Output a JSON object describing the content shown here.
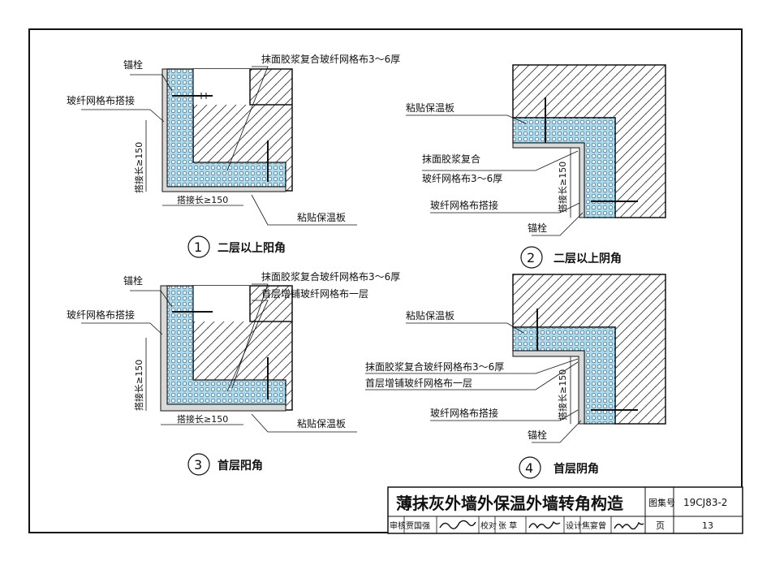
{
  "diagram1": {
    "anchor": "锚栓",
    "mesh_overlap": "玻纤网格布搭接",
    "coating": "抹面胶浆复合玻纤网格布3～6厚",
    "overlap_v": "搭接长≥150",
    "overlap_h": "搭接长≥150",
    "board": "粘贴保温板",
    "num": "1",
    "title": "二层以上阳角"
  },
  "diagram2": {
    "board": "粘贴保温板",
    "coating1": "抹面胶浆复合",
    "coating2": "玻纤网格布3～6厚",
    "mesh_overlap": "玻纤网格布搭接",
    "overlap_v": "搭接长≥150",
    "anchor": "锚栓",
    "num": "2",
    "title": "二层以上阴角"
  },
  "diagram3": {
    "anchor": "锚栓",
    "mesh_overlap": "玻纤网格布搭接",
    "coating": "抹面胶浆复合玻纤网格布3～6厚",
    "extra": "首层增铺玻纤网格布一层",
    "overlap_v": "搭接长≥150",
    "overlap_h": "搭接长≥150",
    "board": "粘贴保温板",
    "num": "3",
    "title": "首层阳角"
  },
  "diagram4": {
    "board": "粘贴保温板",
    "coating": "抹面胶浆复合玻纤网格布3～6厚",
    "extra": "首层增铺玻纤网格布一层",
    "overlap_v": "搭接长≥150",
    "mesh_overlap": "玻纤网格布搭接",
    "anchor": "锚栓",
    "num": "4",
    "title": "首层阴角"
  },
  "title_block": {
    "main_title": "薄抹灰外墙外保温外墙转角构造",
    "atlas_label": "图集号",
    "atlas_no": "19CJ83-2",
    "review_label": "审核",
    "reviewer": "贾国强",
    "check_label": "校对",
    "checker": "张 草",
    "design_label": "设计",
    "designer": "焦宴曾",
    "page_label": "页",
    "page_no": "13"
  }
}
